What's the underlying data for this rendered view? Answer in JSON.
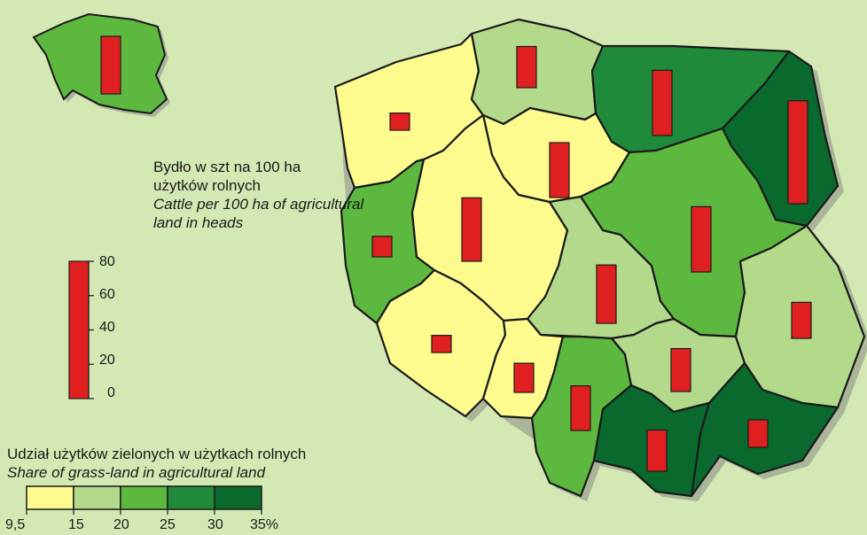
{
  "legend": {
    "cattle_title_pl_1": "Bydło w szt na 100 ha",
    "cattle_title_pl_2": "użytków rolnych",
    "cattle_title_en_1": "Cattle per 100 ha of agricultural",
    "cattle_title_en_2": "land in heads",
    "bar_scale": [
      "80",
      "60",
      "40",
      "20",
      "0"
    ],
    "grass_title_pl": "Udział użytków zielonych w użytkach rolnych",
    "grass_title_en": "Share of grass-land in agricultural land",
    "class_breaks": [
      "9,5",
      "15",
      "20",
      "25",
      "30",
      "35%"
    ],
    "class_colors": [
      "#fdfb8e",
      "#b3d98b",
      "#5db83f",
      "#1f8a3a",
      "#0a6a2e"
    ]
  },
  "colors": {
    "background": "#d4e8b4",
    "bar_fill": "#e02020",
    "border": "#1a1a1a",
    "shadow": "#aab59a"
  },
  "chart_data": {
    "type": "choropleth-map-with-bars",
    "bar_scale_max": 80,
    "regions": [
      {
        "id": "zachodniopomorskie",
        "grass_class": 0,
        "cattle": 10
      },
      {
        "id": "pomorskie",
        "grass_class": 1,
        "cattle": 24
      },
      {
        "id": "warminsko-mazurskie",
        "grass_class": 3,
        "cattle": 38
      },
      {
        "id": "podlaskie",
        "grass_class": 4,
        "cattle": 60
      },
      {
        "id": "kujawsko-pomorskie",
        "grass_class": 0,
        "cattle": 32
      },
      {
        "id": "lubuskie",
        "grass_class": 2,
        "cattle": 12
      },
      {
        "id": "wielkopolskie",
        "grass_class": 0,
        "cattle": 37
      },
      {
        "id": "mazowieckie",
        "grass_class": 2,
        "cattle": 38
      },
      {
        "id": "lodzkie",
        "grass_class": 1,
        "cattle": 34
      },
      {
        "id": "dolnoslaskie",
        "grass_class": 0,
        "cattle": 10
      },
      {
        "id": "opolskie",
        "grass_class": 0,
        "cattle": 17
      },
      {
        "id": "slaskie",
        "grass_class": 2,
        "cattle": 26
      },
      {
        "id": "swietokrzyskie",
        "grass_class": 1,
        "cattle": 25
      },
      {
        "id": "lubelskie",
        "grass_class": 1,
        "cattle": 21
      },
      {
        "id": "malopolskie",
        "grass_class": 4,
        "cattle": 24
      },
      {
        "id": "podkarpackie",
        "grass_class": 4,
        "cattle": 16
      }
    ],
    "inset_poland_cattle": 29
  }
}
